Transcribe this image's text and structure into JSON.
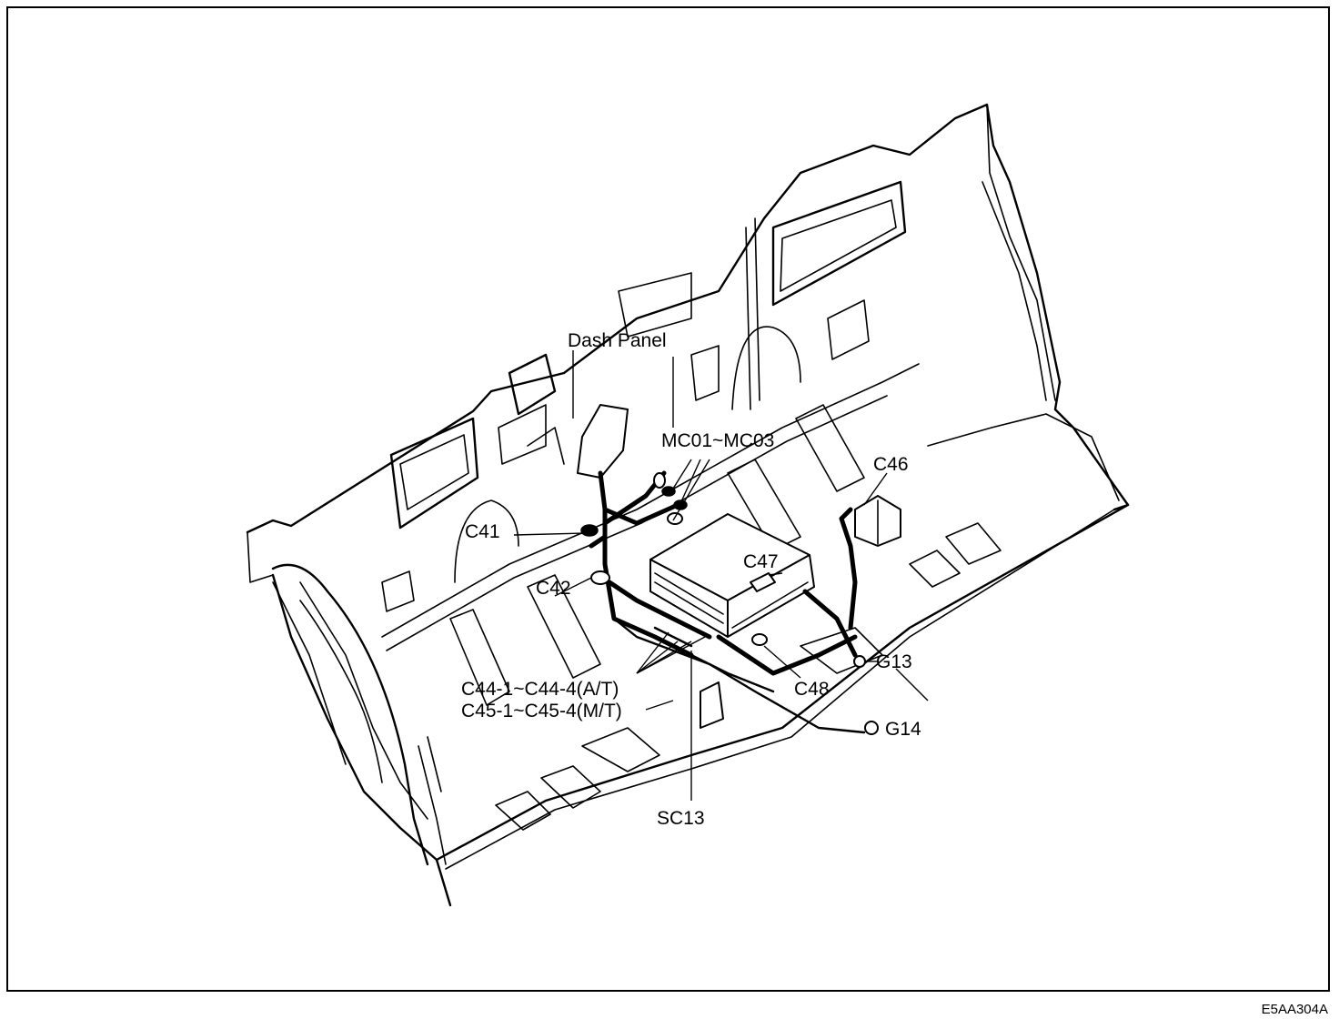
{
  "labels": {
    "dash_panel": "Dash Panel",
    "mc01_mc03": "MC01~MC03",
    "c41": "C41",
    "c42": "C42",
    "c44": "C44-1~C44-4(A/T)",
    "c45": "C45-1~C45-4(M/T)",
    "c46": "C46",
    "c47": "C47",
    "c48": "C48",
    "g13": "G13",
    "g14": "G14",
    "sc13": "SC13"
  },
  "figure_code": "E5AA304A"
}
